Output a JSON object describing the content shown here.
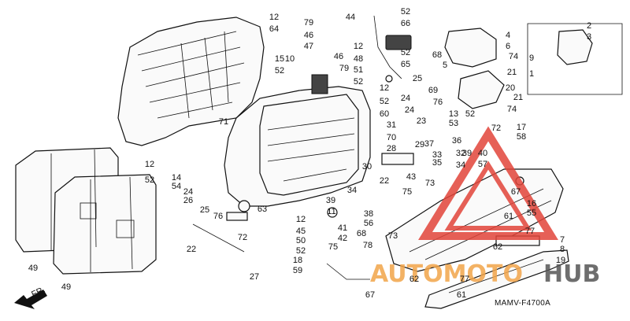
{
  "diagram": {
    "code": "MAMV-F4700A",
    "direction_label": "FR.",
    "watermark": {
      "part1": "AUTOMOTO",
      "part2": "HUB"
    },
    "colors": {
      "watermark_red": "#e2453a",
      "watermark_orange": "#f2a54a",
      "watermark_grey": "#555555",
      "line": "#111111"
    },
    "callouts": [
      "12",
      "64",
      "15",
      "52",
      "79",
      "46",
      "47",
      "10",
      "46",
      "79",
      "12",
      "48",
      "51",
      "52",
      "44",
      "52",
      "66",
      "52",
      "65",
      "4",
      "6",
      "68",
      "5",
      "74",
      "2",
      "3",
      "9",
      "1",
      "21",
      "20",
      "21",
      "25",
      "24",
      "24",
      "76",
      "69",
      "13",
      "53",
      "52",
      "74",
      "71",
      "12",
      "52",
      "60",
      "31",
      "70",
      "28",
      "23",
      "29",
      "36",
      "37",
      "72",
      "17",
      "58",
      "33",
      "35",
      "32",
      "34",
      "39",
      "40",
      "57",
      "12",
      "52",
      "14",
      "54",
      "30",
      "22",
      "43",
      "73",
      "67",
      "24",
      "26",
      "25",
      "76",
      "63",
      "34",
      "11",
      "39",
      "75",
      "16",
      "55",
      "38",
      "56",
      "41",
      "42",
      "68",
      "78",
      "73",
      "61",
      "62",
      "77",
      "7",
      "8",
      "19",
      "72",
      "12",
      "45",
      "50",
      "52",
      "18",
      "59",
      "75",
      "22",
      "27",
      "49",
      "49",
      "67",
      "62",
      "61",
      "77"
    ]
  }
}
